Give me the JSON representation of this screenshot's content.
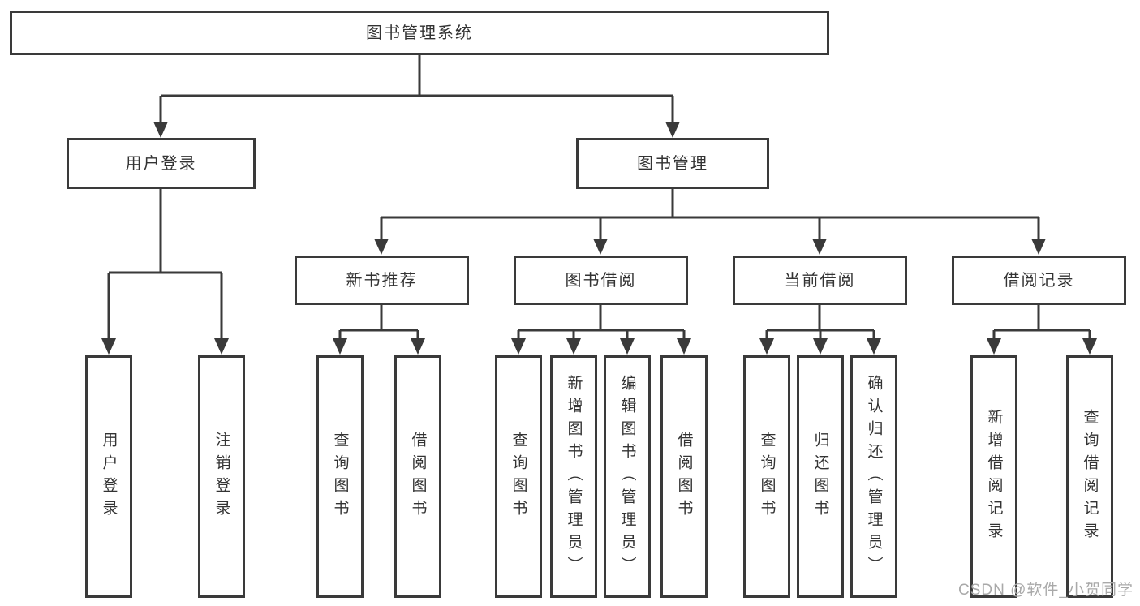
{
  "tree": {
    "root": {
      "label": "图书管理系统"
    },
    "branches": [
      {
        "label": "用户登录",
        "children": [
          {
            "label": "用户登录"
          },
          {
            "label": "注销登录"
          }
        ]
      },
      {
        "label": "图书管理",
        "children": [
          {
            "label": "新书推荐",
            "children": [
              {
                "label": "查询图书"
              },
              {
                "label": "借阅图书"
              }
            ]
          },
          {
            "label": "图书借阅",
            "children": [
              {
                "label": "查询图书"
              },
              {
                "label": "新增图书（管理员）"
              },
              {
                "label": "编辑图书（管理员）"
              },
              {
                "label": "借阅图书"
              }
            ]
          },
          {
            "label": "当前借阅",
            "children": [
              {
                "label": "查询图书"
              },
              {
                "label": "归还图书"
              },
              {
                "label": "确认归还（管理员）"
              }
            ]
          },
          {
            "label": "借阅记录",
            "children": [
              {
                "label": "新增借阅记录"
              },
              {
                "label": "查询借阅记录"
              }
            ]
          }
        ]
      }
    ]
  },
  "watermark": "CSDN @软件_小贺同学",
  "colors": {
    "line": "#3a3a3a",
    "box_border": "#3a3a3a",
    "text": "#333333",
    "watermark": "#a9a9a9",
    "background": "#ffffff"
  }
}
